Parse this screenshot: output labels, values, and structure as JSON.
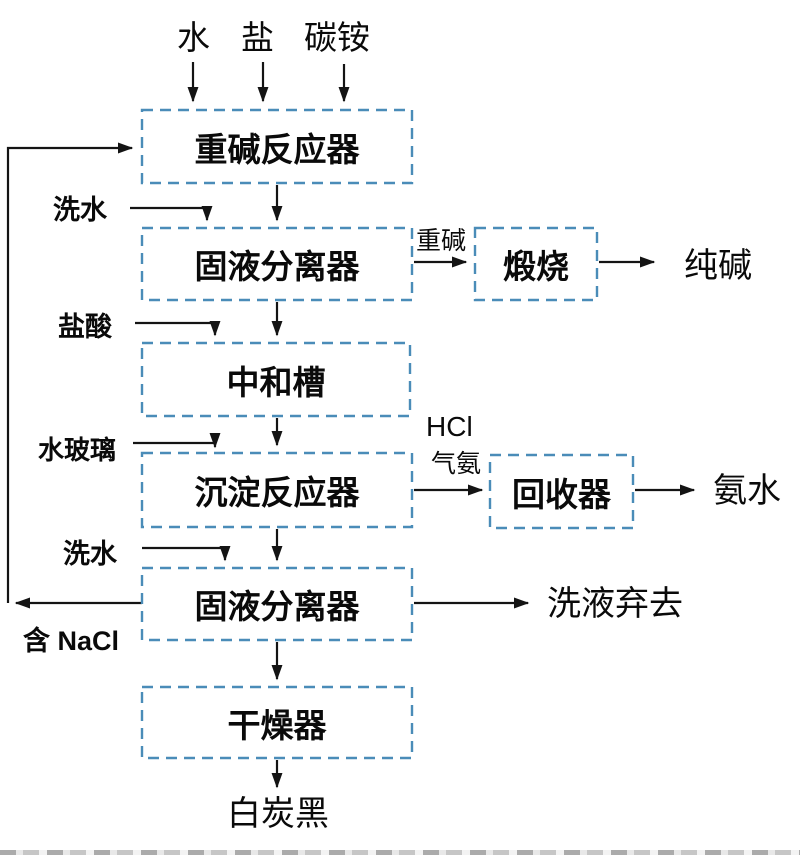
{
  "colors": {
    "box_border": "#4a8cb8",
    "arrow_line": "#141414",
    "text": "#0a0a0a"
  },
  "top_inputs": {
    "water": "水",
    "salt": "盐",
    "ammonium_bicarbonate": "碳铵"
  },
  "boxes": {
    "heavy_alkali_reactor": "重碱反应器",
    "solid_liquid_separator_1": "固液分离器",
    "calcination": "煅烧",
    "neutralization_tank": "中和槽",
    "precipitation_reactor": "沉淀反应器",
    "recovery_unit": "回收器",
    "solid_liquid_separator_2": "固液分离器",
    "dryer": "干燥器"
  },
  "side_inputs": {
    "wash_water_1": "洗水",
    "hydrochloric_acid": "盐酸",
    "water_glass": "水玻璃",
    "wash_water_2": "洗水"
  },
  "stream_labels": {
    "heavy_alkali": "重碱",
    "hcl": "HCl",
    "ammonia_gas": "气氨",
    "contains_nacl": "含 NaCl"
  },
  "outputs": {
    "soda_ash": "纯碱",
    "ammonia_water": "氨水",
    "discard_wash_liquid": "洗液弃去",
    "silica_white_carbon_black": "白炭黑"
  }
}
